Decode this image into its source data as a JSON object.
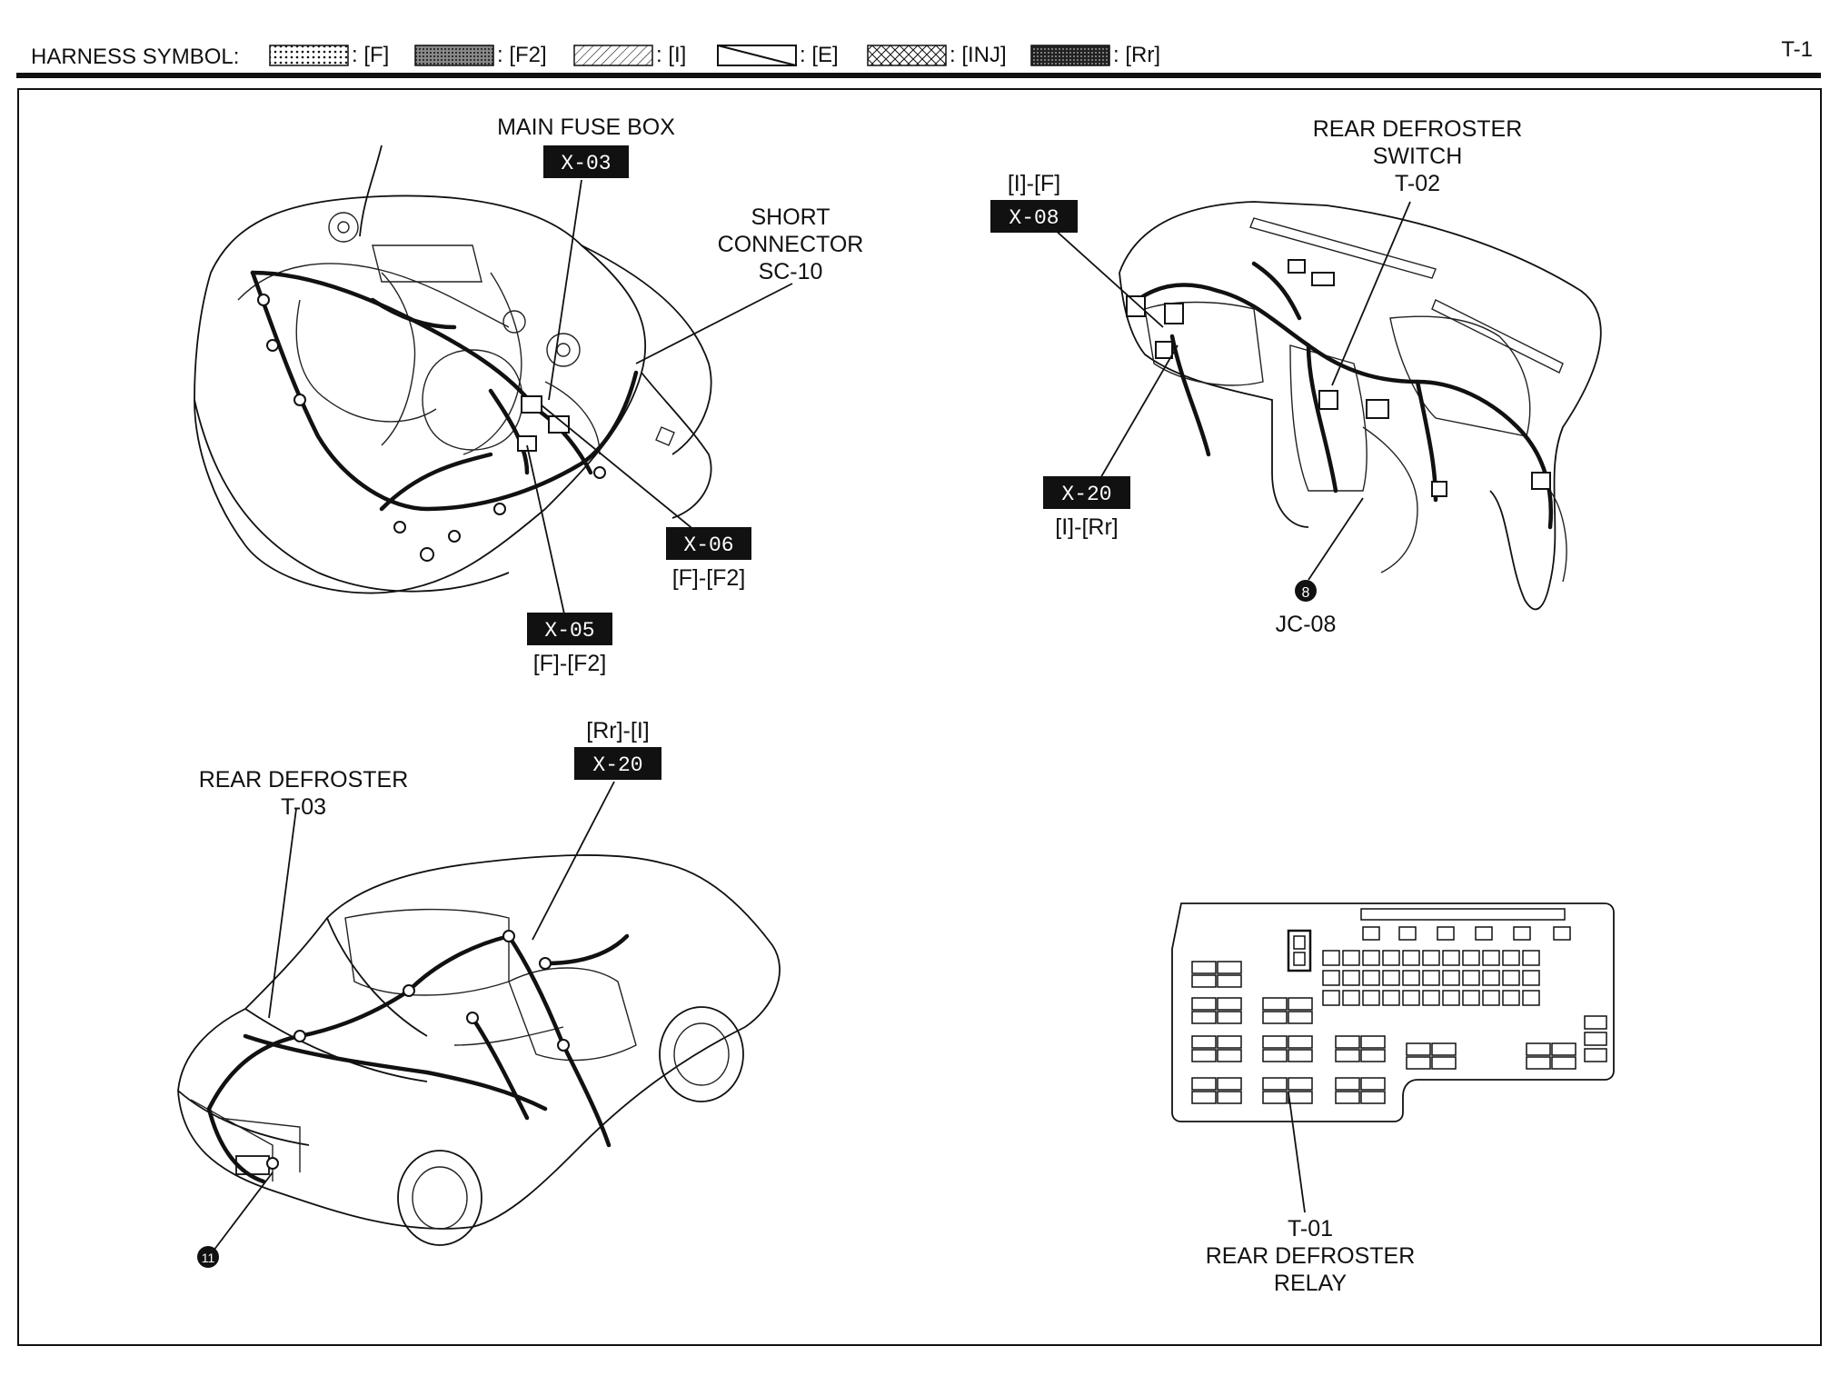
{
  "header": {
    "title": "HARNESS SYMBOL:",
    "page_ref": "T-1",
    "legend": [
      {
        "code": ": [F]",
        "pattern": "dots"
      },
      {
        "code": ": [F2]",
        "pattern": "dense"
      },
      {
        "code": ": [I]",
        "pattern": "hatch"
      },
      {
        "code": ": [E]",
        "pattern": "plain-diag"
      },
      {
        "code": ": [INJ]",
        "pattern": "cross"
      },
      {
        "code": ": [Rr]",
        "pattern": "dark-dots"
      }
    ]
  },
  "engine_bay": {
    "main_fuse_box": {
      "label": "MAIN FUSE BOX",
      "tag": "X-03"
    },
    "short_connector": {
      "line1": "SHORT",
      "line2": "CONNECTOR",
      "line3": "SC-10"
    },
    "x06": {
      "tag": "X-06",
      "sub": "[F]-[F2]"
    },
    "x05": {
      "tag": "X-05",
      "sub": "[F]-[F2]"
    }
  },
  "dashboard": {
    "switch": {
      "line1": "REAR DEFROSTER",
      "line2": "SWITCH",
      "line3": "T-02"
    },
    "x08": {
      "sub": "[I]-[F]",
      "tag": "X-08"
    },
    "x20": {
      "tag": "X-20",
      "sub": "[I]-[Rr]"
    },
    "ground": {
      "symbol": "8",
      "label": "JC-08"
    }
  },
  "rear_car": {
    "defroster": {
      "line1": "REAR DEFROSTER",
      "line2": "T-03"
    },
    "x20": {
      "sub": "[Rr]-[I]",
      "tag": "X-20"
    },
    "ground": {
      "symbol": "11"
    }
  },
  "relay_box": {
    "line1": "T-01",
    "line2": "REAR DEFROSTER",
    "line3": "RELAY"
  }
}
